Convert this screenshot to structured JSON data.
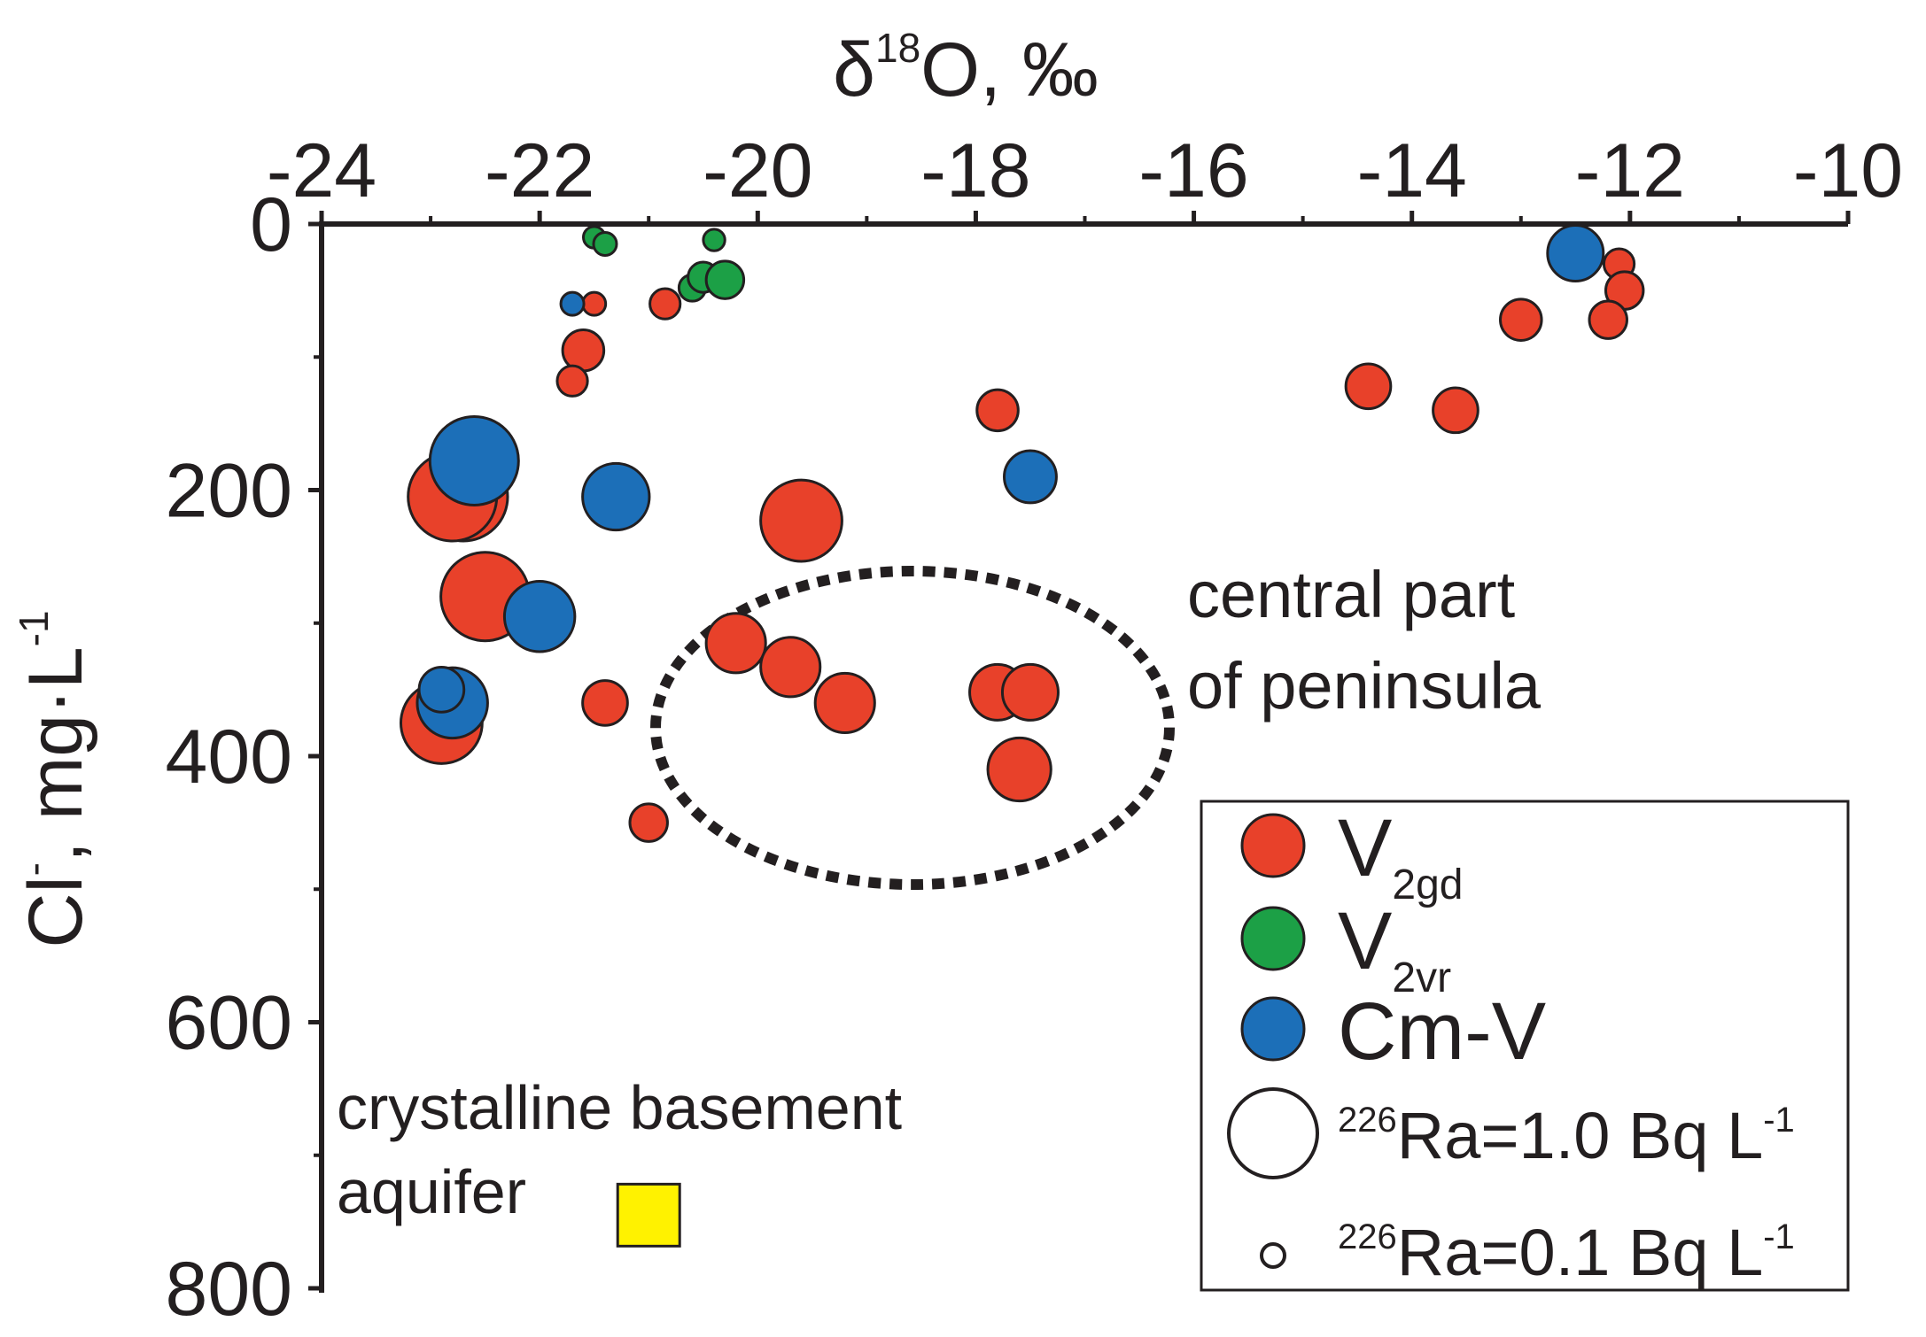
{
  "chart_data": {
    "type": "scatter",
    "title": "",
    "x_axis": {
      "label_main": "δ",
      "label_sup": "18",
      "label_rest": "O, ‰",
      "range": [
        -24,
        -10
      ],
      "ticks": [
        "-24",
        "-22",
        "-20",
        "-18",
        "-16",
        "-14",
        "-12",
        "-10"
      ],
      "position": "top"
    },
    "y_axis": {
      "label_main": "Cl",
      "label_sup1": "-",
      "label_mid": ", mg·L",
      "label_sup2": "-1",
      "range": [
        0,
        800
      ],
      "ticks": [
        "0",
        "200",
        "400",
        "600",
        "800"
      ],
      "inverted": true
    },
    "grid": false,
    "series": [
      {
        "name_main": "V",
        "name_sub": "2gd",
        "color": "#e8412a",
        "points": [
          {
            "x": -21.5,
            "y": 60,
            "ra": 0.1
          },
          {
            "x": -21.6,
            "y": 95,
            "ra": 0.35
          },
          {
            "x": -21.7,
            "y": 118,
            "ra": 0.2
          },
          {
            "x": -22.7,
            "y": 205,
            "ra": 1.0
          },
          {
            "x": -22.8,
            "y": 205,
            "ra": 1.0
          },
          {
            "x": -22.5,
            "y": 280,
            "ra": 1.0
          },
          {
            "x": -22.9,
            "y": 375,
            "ra": 0.9
          },
          {
            "x": -21.4,
            "y": 360,
            "ra": 0.4
          },
          {
            "x": -20.85,
            "y": 60,
            "ra": 0.2
          },
          {
            "x": -21.0,
            "y": 450,
            "ra": 0.3
          },
          {
            "x": -19.6,
            "y": 223,
            "ra": 0.9
          },
          {
            "x": -20.2,
            "y": 315,
            "ra": 0.6
          },
          {
            "x": -19.7,
            "y": 333,
            "ra": 0.6
          },
          {
            "x": -19.2,
            "y": 360,
            "ra": 0.6
          },
          {
            "x": -17.8,
            "y": 352,
            "ra": 0.55
          },
          {
            "x": -17.5,
            "y": 352,
            "ra": 0.55
          },
          {
            "x": -17.6,
            "y": 410,
            "ra": 0.65
          },
          {
            "x": -17.8,
            "y": 140,
            "ra": 0.35
          },
          {
            "x": -14.4,
            "y": 122,
            "ra": 0.4
          },
          {
            "x": -13.6,
            "y": 140,
            "ra": 0.4
          },
          {
            "x": -13.0,
            "y": 72,
            "ra": 0.35
          },
          {
            "x": -12.1,
            "y": 30,
            "ra": 0.2
          },
          {
            "x": -12.05,
            "y": 50,
            "ra": 0.3
          },
          {
            "x": -12.2,
            "y": 72,
            "ra": 0.3
          }
        ]
      },
      {
        "name_main": "V",
        "name_sub": "2vr",
        "color": "#1ca046",
        "points": [
          {
            "x": -21.5,
            "y": 10,
            "ra": 0.08
          },
          {
            "x": -21.4,
            "y": 15,
            "ra": 0.1
          },
          {
            "x": -20.4,
            "y": 12,
            "ra": 0.08
          },
          {
            "x": -20.6,
            "y": 48,
            "ra": 0.15
          },
          {
            "x": -20.5,
            "y": 40,
            "ra": 0.2
          },
          {
            "x": -20.3,
            "y": 42,
            "ra": 0.3
          }
        ]
      },
      {
        "name_main": "Cm-V",
        "name_sub": "",
        "color": "#1c6fb8",
        "points": [
          {
            "x": -21.7,
            "y": 60,
            "ra": 0.1
          },
          {
            "x": -22.6,
            "y": 178,
            "ra": 1.0
          },
          {
            "x": -21.3,
            "y": 205,
            "ra": 0.7
          },
          {
            "x": -22.0,
            "y": 295,
            "ra": 0.75
          },
          {
            "x": -22.8,
            "y": 360,
            "ra": 0.75
          },
          {
            "x": -22.9,
            "y": 350,
            "ra": 0.4
          },
          {
            "x": -17.5,
            "y": 190,
            "ra": 0.5
          },
          {
            "x": -12.5,
            "y": 22,
            "ra": 0.55
          }
        ]
      }
    ],
    "basement_marker": {
      "x": -21.0,
      "y": 745,
      "color": "#fff200"
    },
    "annotations": {
      "central": [
        "central part",
        "of peninsula"
      ],
      "basement": [
        "crystalline basement",
        "aquifer"
      ]
    },
    "legend": {
      "position": "bottom-right",
      "size_entries": [
        {
          "sup": "226",
          "text": "Ra=1.0 Bq L",
          "sup2": "-1",
          "ra": 1.0
        },
        {
          "sup": "226",
          "text": "Ra=0.1 Bq L",
          "sup2": "-1",
          "ra": 0.1
        }
      ]
    }
  }
}
